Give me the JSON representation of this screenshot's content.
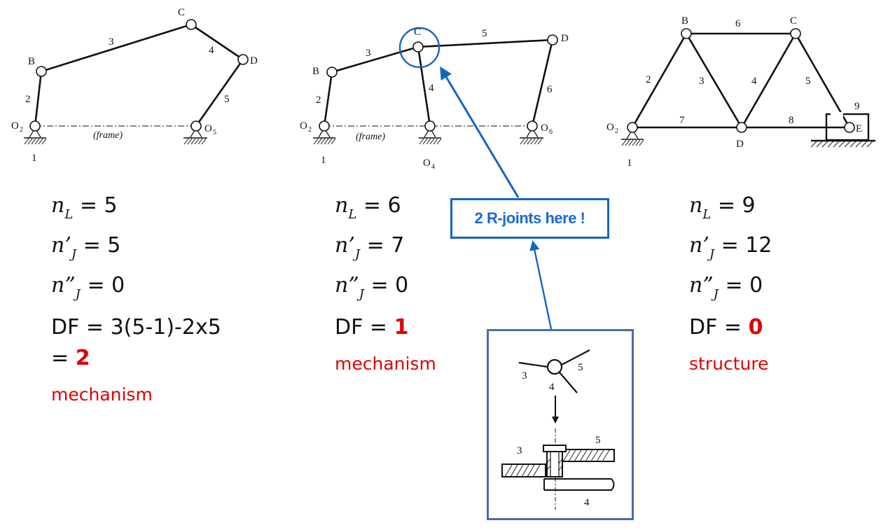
{
  "diagrams": {
    "first": {
      "points": [
        "B",
        "C",
        "D",
        "O",
        "2",
        "O",
        "5"
      ],
      "links": [
        "1",
        "2",
        "3",
        "4",
        "5"
      ],
      "frame_label": "(frame)"
    },
    "second": {
      "points": [
        "B",
        "C",
        "D",
        "O",
        "2",
        "O",
        "4",
        "O",
        "6"
      ],
      "links": [
        "1",
        "2",
        "3",
        "4",
        "5",
        "6"
      ],
      "frame_label": "(frame)"
    },
    "third": {
      "points": [
        "B",
        "C",
        "D",
        "E",
        "O",
        "2"
      ],
      "links": [
        "1",
        "2",
        "3",
        "4",
        "5",
        "6",
        "7",
        "8",
        "9"
      ]
    },
    "inset": {
      "top_labels": [
        "3",
        "4",
        "5"
      ],
      "bottom_labels": [
        "3",
        "5",
        "4"
      ]
    }
  },
  "panels": [
    {
      "nL_symbol": "n",
      "nL_sub": "L",
      "nL_value": "= 5",
      "nJ1_symbol": "n’",
      "nJ1_sub": "J",
      "nJ1_value": "= 5",
      "nJ2_symbol": "n”",
      "nJ2_sub": "J",
      "nJ2_value": "= 0",
      "df_text": "DF = 3(5-1)-2x5",
      "df_cont": "=",
      "df_result": "2",
      "verdict": "mechanism"
    },
    {
      "nL_symbol": "n",
      "nL_sub": "L",
      "nL_value": "= 6",
      "nJ1_symbol": "n’",
      "nJ1_sub": "J",
      "nJ1_value": "= 7",
      "nJ2_symbol": "n”",
      "nJ2_sub": "J",
      "nJ2_value": "= 0",
      "df_text": "DF =",
      "df_result": "1",
      "verdict": "mechanism"
    },
    {
      "nL_symbol": "n",
      "nL_sub": "L",
      "nL_value": "= 9",
      "nJ1_symbol": "n’",
      "nJ1_sub": "J",
      "nJ1_value": "= 12",
      "nJ2_symbol": "n”",
      "nJ2_sub": "J",
      "nJ2_value": "= 0",
      "df_text": "DF =",
      "df_result": "0",
      "verdict": "structure"
    }
  ],
  "callout": {
    "text": "2 R-joints here !"
  },
  "colors": {
    "accent_red": "#e00000",
    "callout_blue": "#1565c0",
    "inset_border": "#4a6fa0"
  }
}
